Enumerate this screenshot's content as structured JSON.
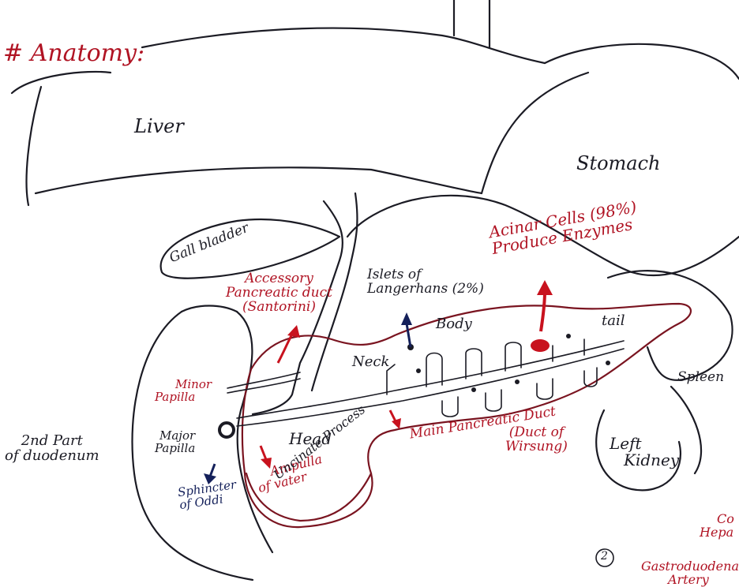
{
  "heading": "# Anatomy:",
  "labels": {
    "liver": "Liver",
    "stomach": "Stomach",
    "gallbladder": "Gall bladder",
    "accessory_duct": [
      "Accessory",
      "Pancreatic duct",
      "(Santorini)"
    ],
    "islets": [
      "Islets of",
      "Langerhans (2%)"
    ],
    "acinar": [
      "Acinar Cells (98%)",
      "Produce Enzymes"
    ],
    "body": "Body",
    "tail": "tail",
    "neck": "Neck",
    "spleen": "Spleen",
    "minor_papilla": [
      "Minor",
      "Papilla"
    ],
    "major_papilla": [
      "Major",
      "Papilla"
    ],
    "duodenum": [
      "2nd Part",
      "of duodenum"
    ],
    "head": "Head",
    "main_duct": "Main Pancreatic Duct",
    "wirsung": [
      "(Duct of",
      "Wirsung)"
    ],
    "left_kidney": [
      "Left",
      "Kidney"
    ],
    "ampulla": [
      "Ampulla",
      "of vater"
    ],
    "uncinate": "Uncinate Process",
    "sphincter": [
      "Sphincter",
      "of Oddi"
    ],
    "corner_number": "2",
    "corner_top": [
      "Co",
      "Hepa"
    ],
    "corner_bottom": [
      "Gastroduodena",
      "Artery"
    ]
  },
  "colors": {
    "ink": "#1b1b24",
    "red": "#b01323",
    "dark_red": "#7a1420",
    "navy": "#14205a"
  }
}
